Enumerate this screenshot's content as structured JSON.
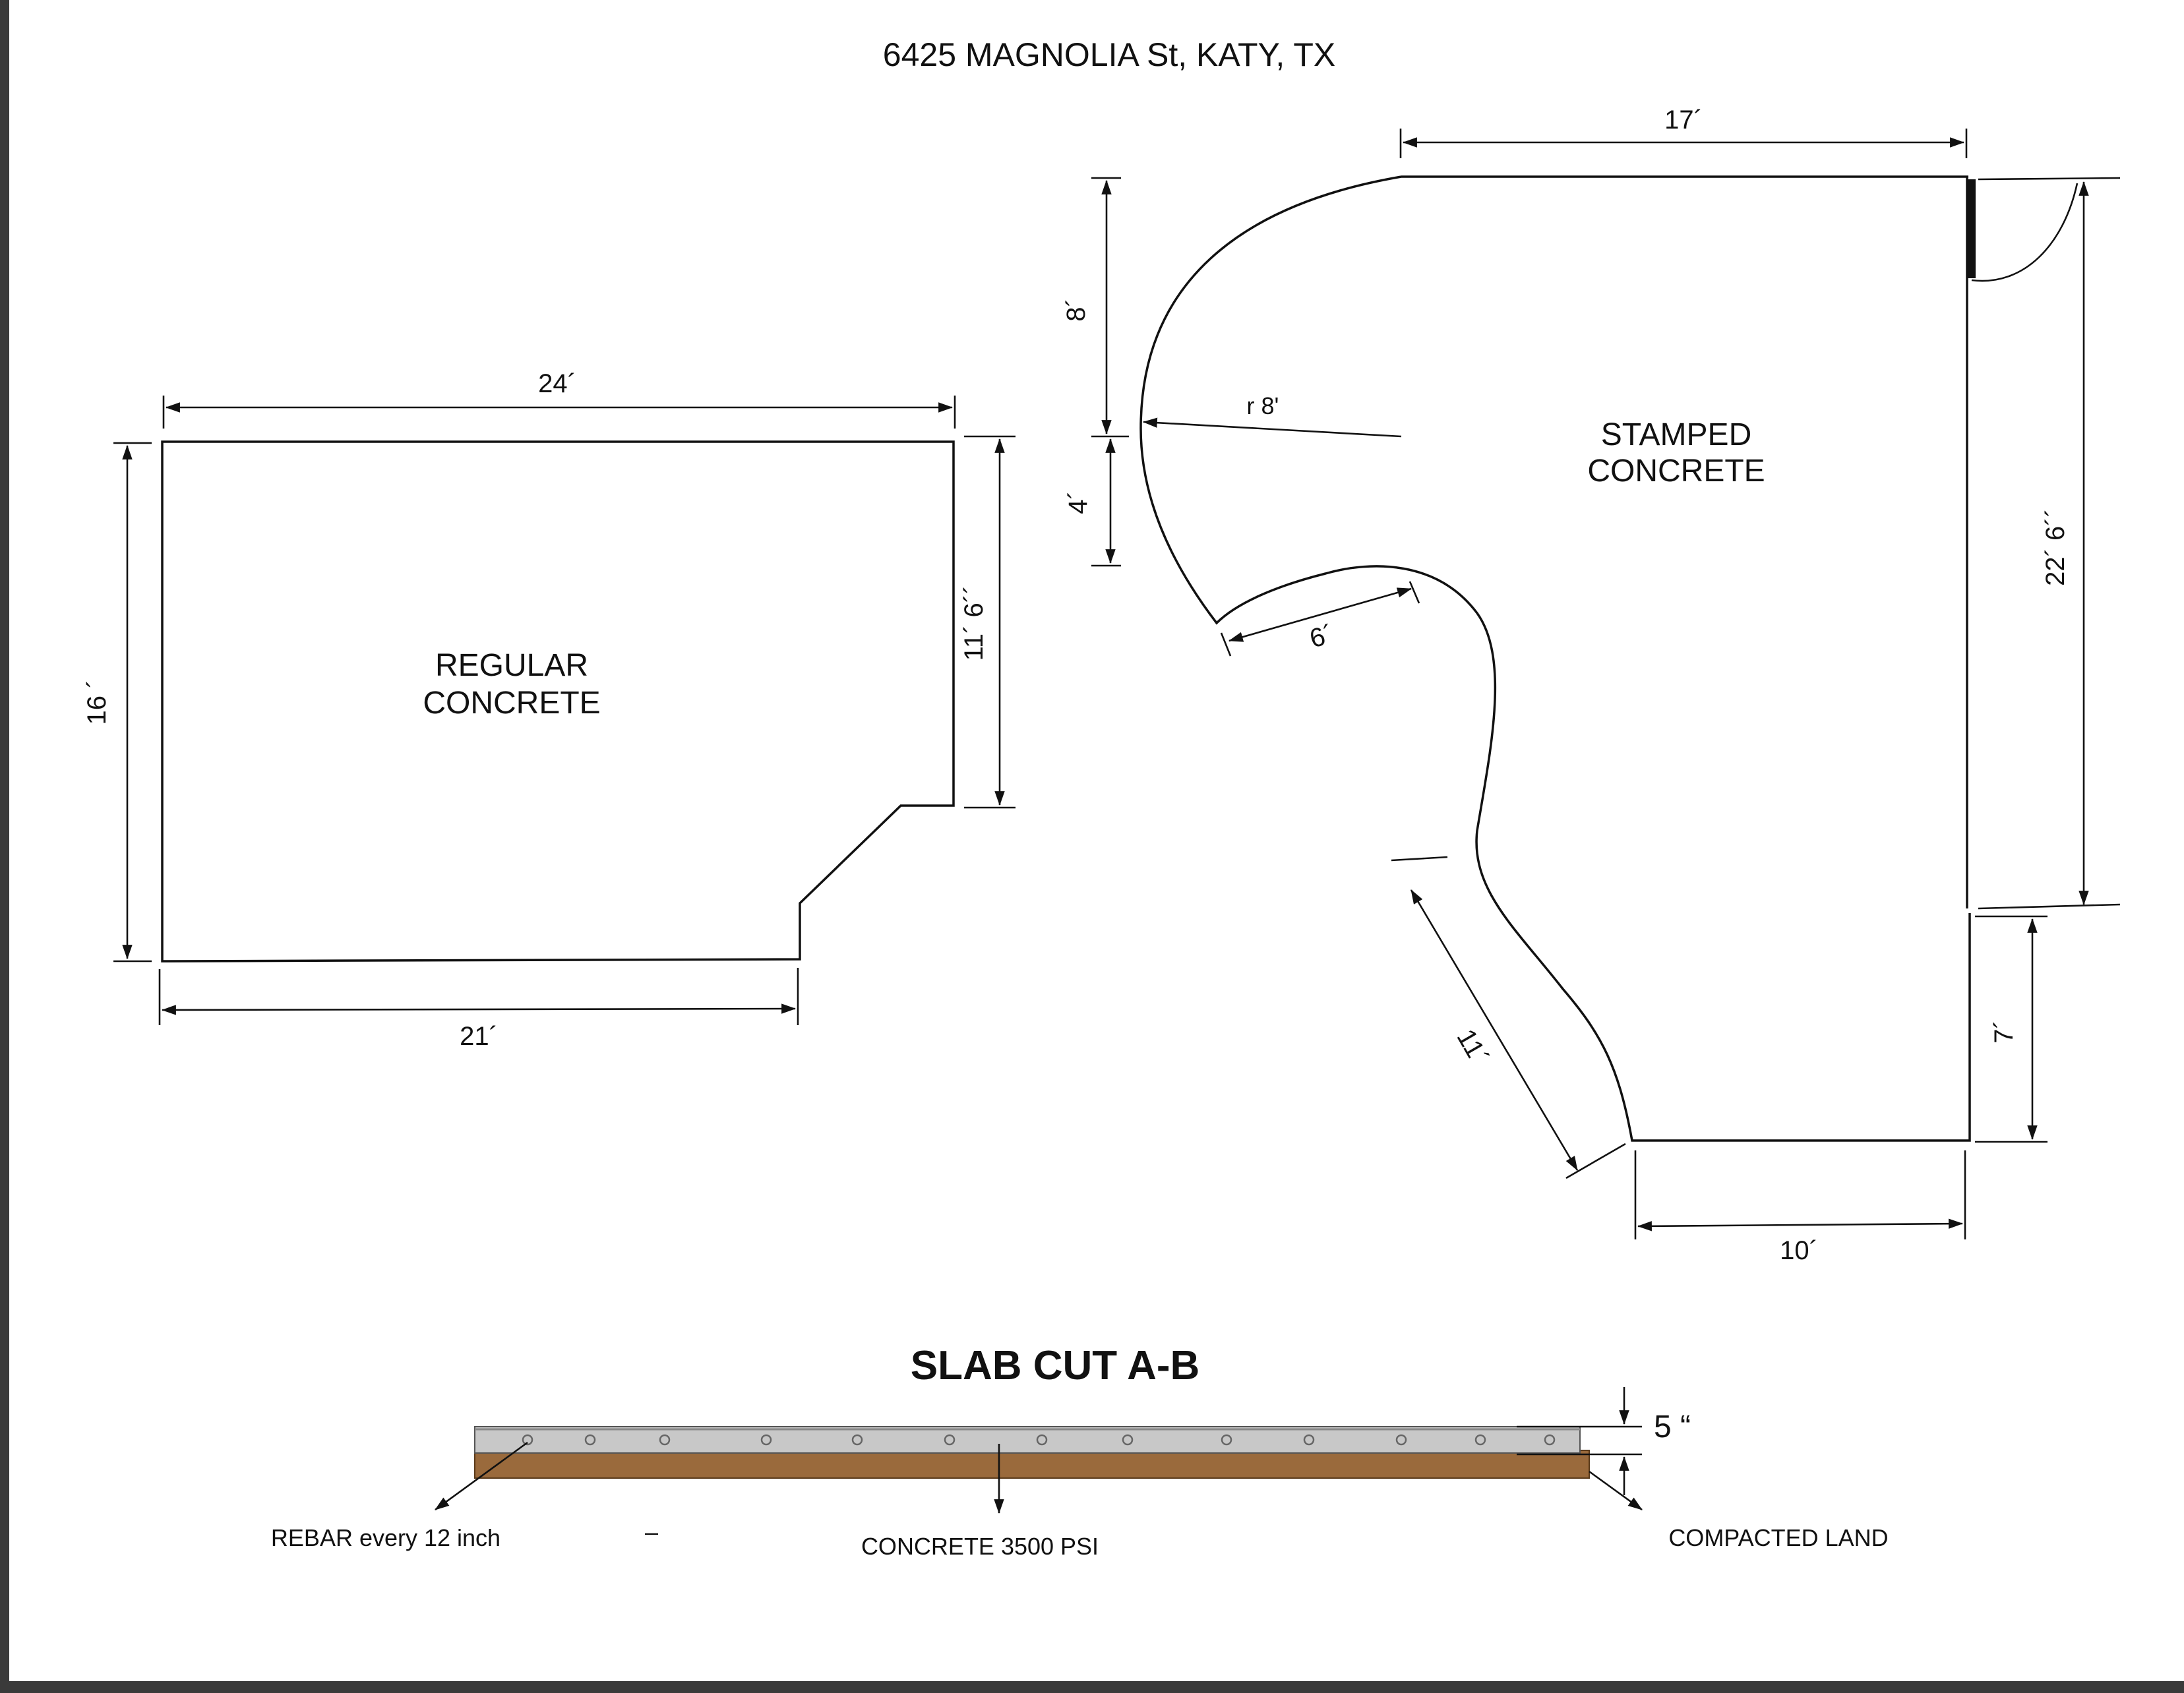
{
  "address": "6425 MAGNOLIA St, KATY, TX",
  "regular_area": {
    "label_line1": "REGULAR",
    "label_line2": "CONCRETE",
    "dim_top": "24´",
    "dim_left": "16 ´",
    "dim_right": "11´ 6´´",
    "dim_bottom": "21´"
  },
  "stamped_area": {
    "label_line1": "STAMPED",
    "label_line2": "CONCRETE",
    "dim_top": "17´",
    "dim_left_upper": "8´",
    "dim_left_lower": "4´",
    "radius": "r 8'",
    "dim_curve": "6´",
    "dim_diagonal": "11´",
    "dim_right_long": "22´ 6´´",
    "dim_right_short": "7´",
    "dim_bottom": "10´"
  },
  "slab_cut": {
    "title": "SLAB CUT A-B",
    "thickness": "5 “",
    "rebar_label": "REBAR  every 12 inch",
    "dash": "–",
    "concrete_label": "CONCRETE 3500 PSI",
    "land_label": "COMPACTED LAND",
    "colors": {
      "concrete": "#c8c8c8",
      "soil": "#9a6a3c"
    }
  }
}
